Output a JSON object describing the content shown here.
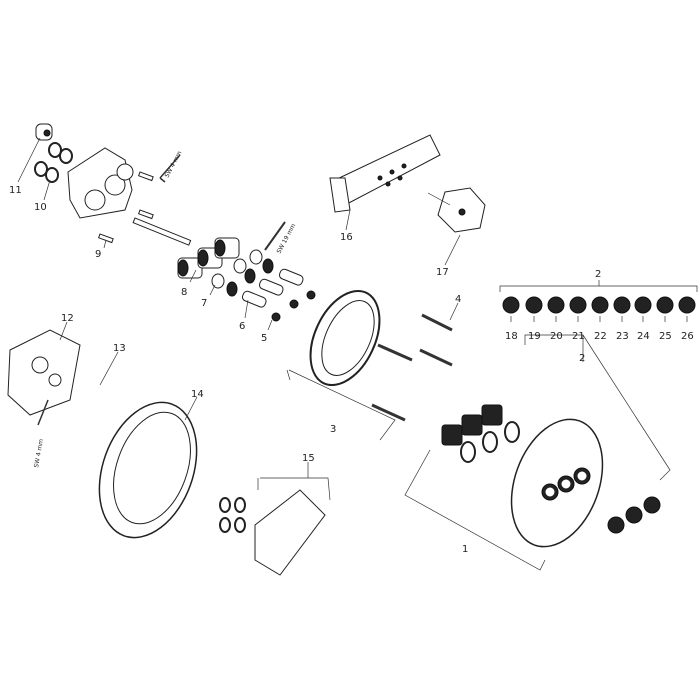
{
  "callouts": {
    "c1": "1",
    "c2a": "2",
    "c2b": "2",
    "c3": "3",
    "c4": "4",
    "c5": "5",
    "c6": "6",
    "c7": "7",
    "c8": "8",
    "c9": "9",
    "c10": "10",
    "c11": "11",
    "c12": "12",
    "c13": "13",
    "c14": "14",
    "c15": "15",
    "c16": "16",
    "c17": "17",
    "c18": "18",
    "c19": "19",
    "c20": "20",
    "c21": "21",
    "c22": "22",
    "c23": "23",
    "c24": "24",
    "c25": "25",
    "c26": "26"
  },
  "tools": {
    "hex_key_top": "SW 4 mm",
    "wrench": "SW 19 mm",
    "hex_key_left": "SW 4 mm"
  },
  "colors": {
    "line": "#222222",
    "background": "#ffffff"
  }
}
